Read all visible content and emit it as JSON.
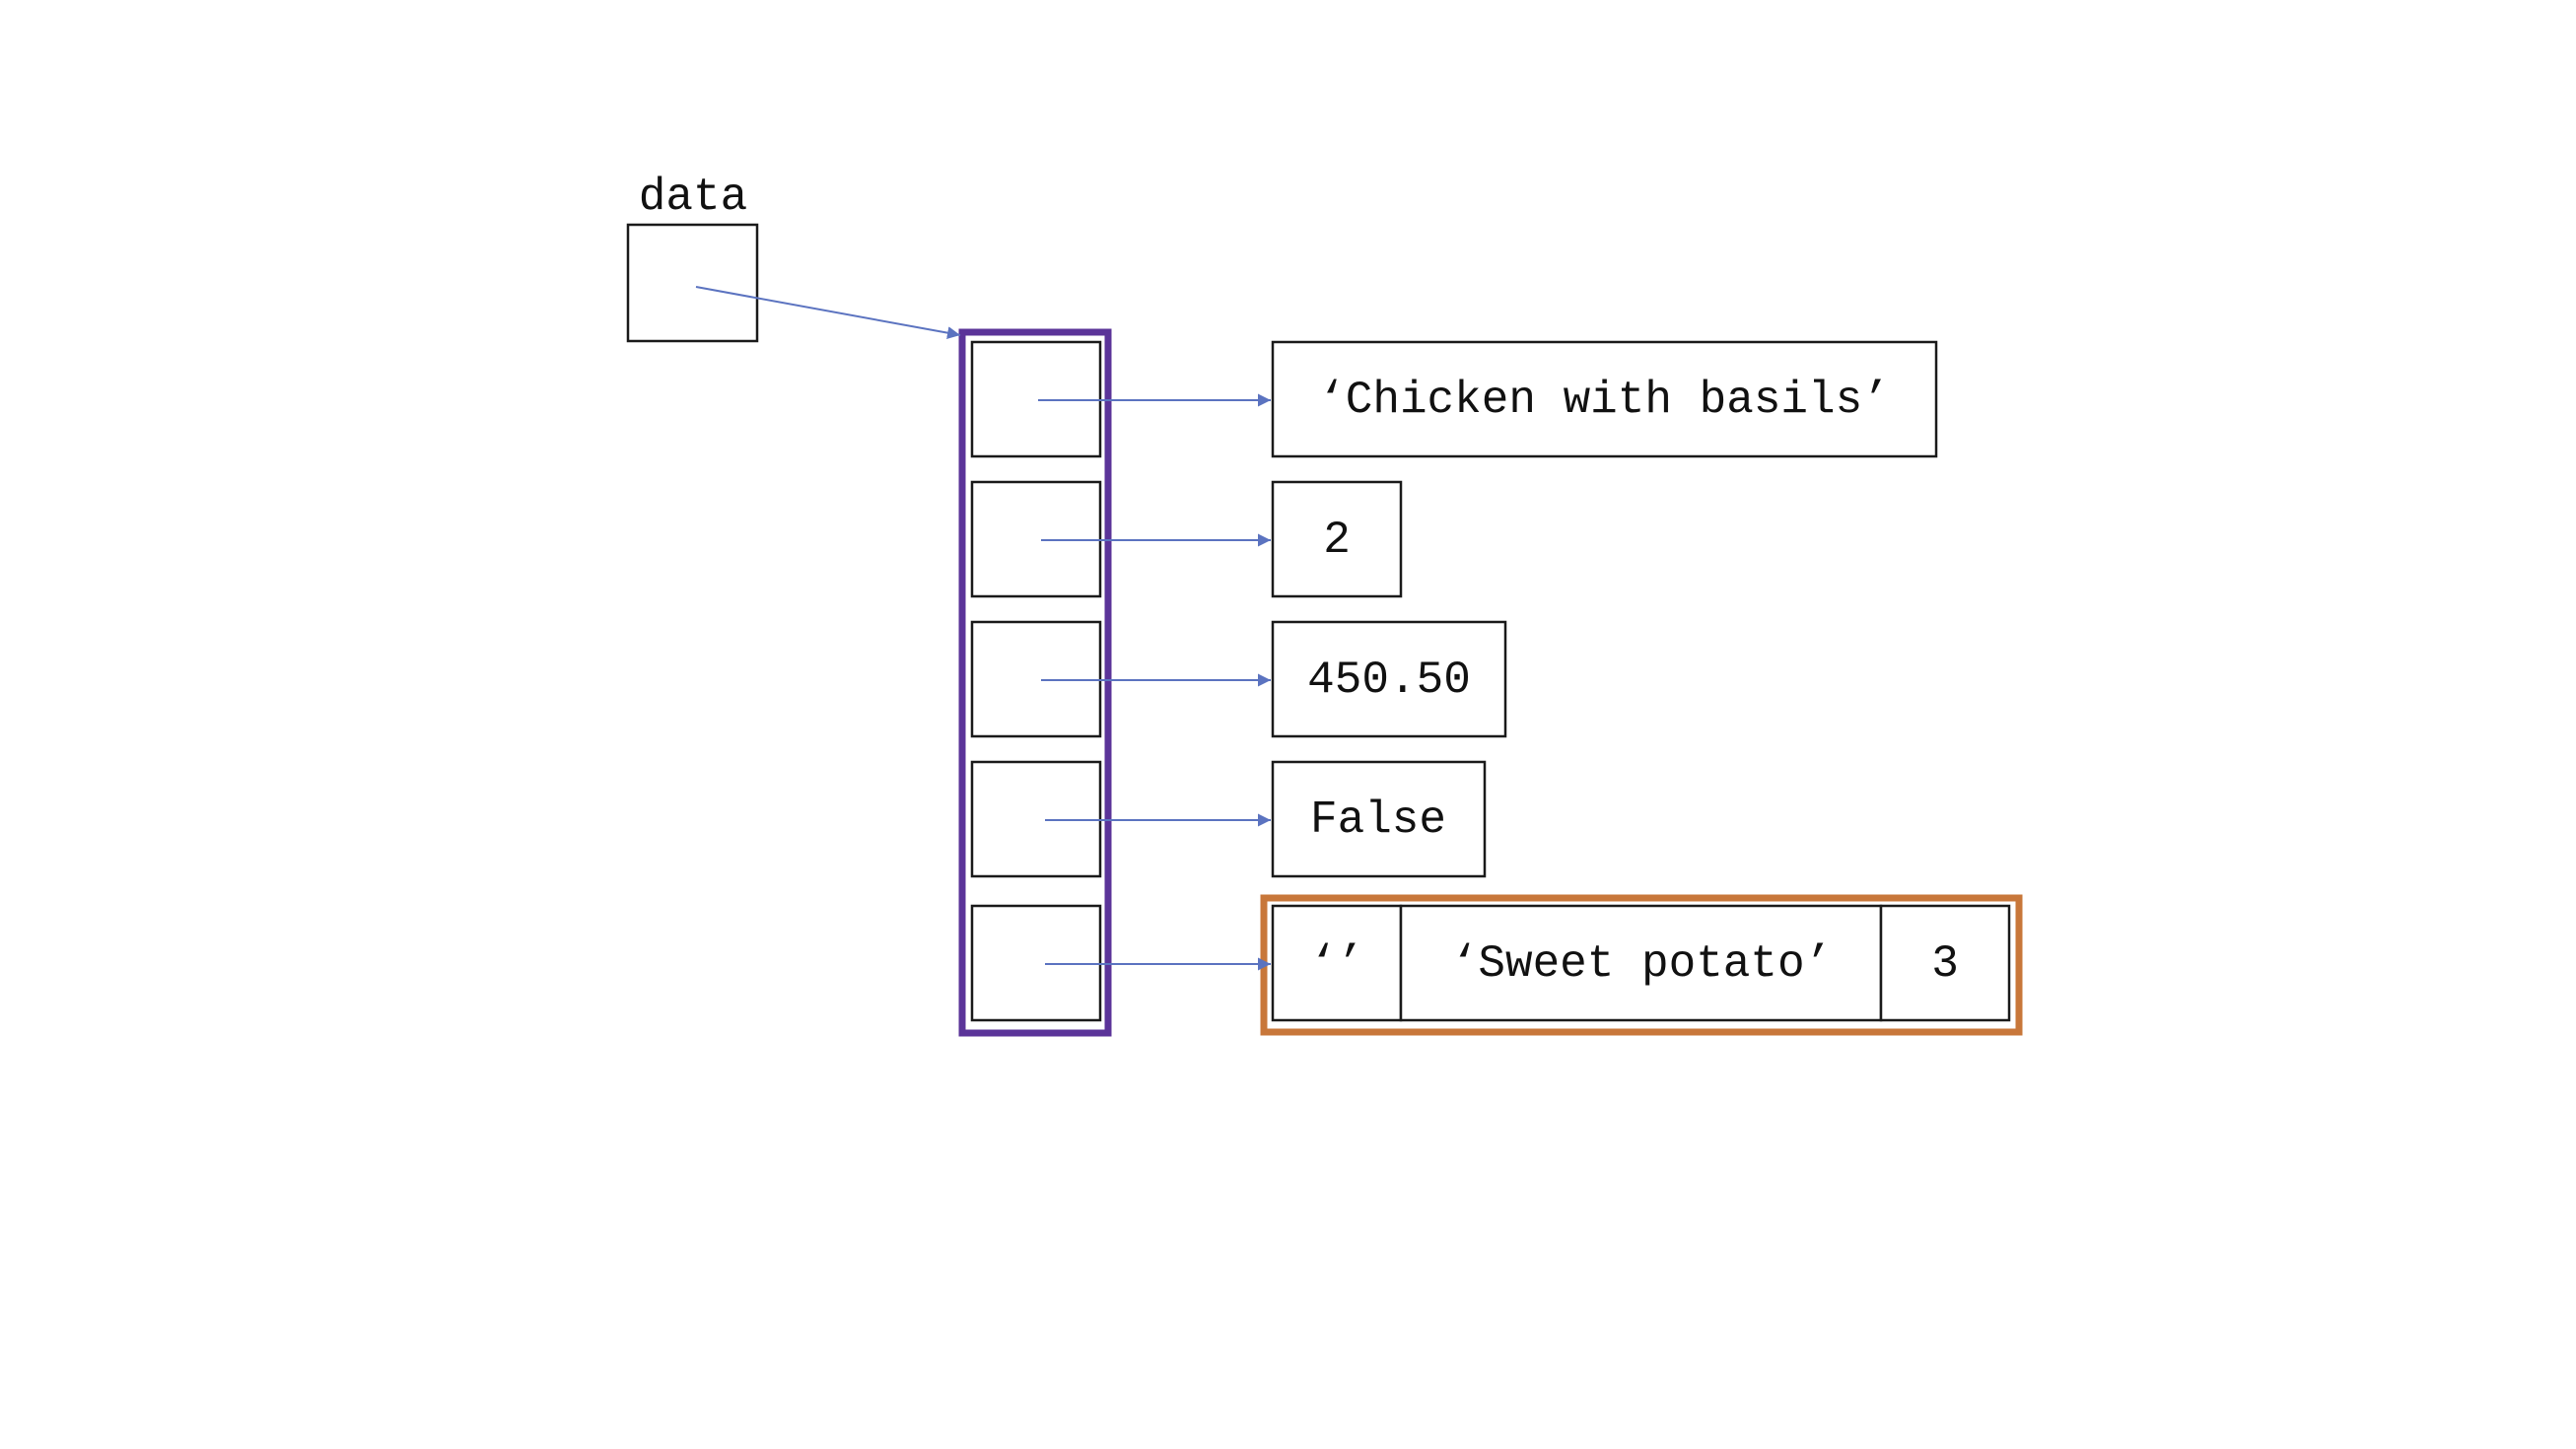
{
  "variable": {
    "name": "data"
  },
  "list_container": {
    "border_color": "#5b3499",
    "slot_count": 5
  },
  "elements": [
    {
      "value": "‘Chicken with basils’"
    },
    {
      "value": "2"
    },
    {
      "value": "450.50"
    },
    {
      "value": "False"
    }
  ],
  "tuple": {
    "border_color": "#c8773a",
    "cells": [
      {
        "value": "‘’"
      },
      {
        "value": "‘Sweet potato’"
      },
      {
        "value": "3"
      }
    ]
  },
  "colors": {
    "arrow": "#5b73c0",
    "cell_stroke": "#1a1a1a"
  }
}
